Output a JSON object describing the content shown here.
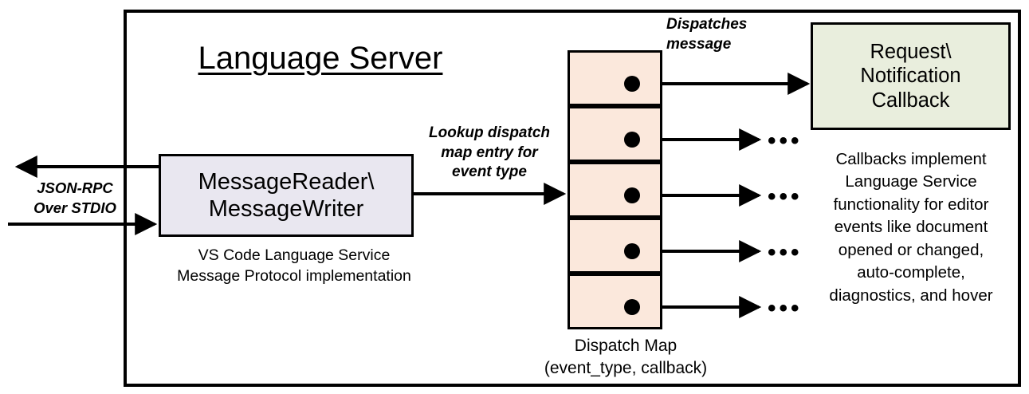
{
  "diagram": {
    "title": "Language Server",
    "outer_container_name": "Language Server boundary"
  },
  "external_io": {
    "label": "JSON-RPC\nOver STDIO",
    "outbound_arrow": "arrow-left-out",
    "inbound_arrow": "arrow-right-in"
  },
  "message_node": {
    "title": "MessageReader\\\nMessageWriter",
    "caption": "VS Code Language Service\nMessage Protocol implementation",
    "fill": "#e9e7f0"
  },
  "lookup_edge": {
    "label": "Lookup dispatch\nmap entry for\nevent type"
  },
  "dispatch_map": {
    "caption": "Dispatch Map\n(event_type, callback)",
    "fill": "#fbe8dc",
    "rows": [
      {
        "index": 1,
        "target": "callback-box"
      },
      {
        "index": 2,
        "target": "ellipsis"
      },
      {
        "index": 3,
        "target": "ellipsis"
      },
      {
        "index": 4,
        "target": "ellipsis"
      },
      {
        "index": 5,
        "target": "ellipsis"
      }
    ],
    "ellipsis_glyph": "•••"
  },
  "dispatch_edge": {
    "label": "Dispatches\nmessage"
  },
  "callback_node": {
    "title": "Request\\\nNotification\nCallback",
    "caption": "Callbacks implement\nLanguage Service\nfunctionality for editor\nevents like document\nopened or changed,\nauto-complete,\ndiagnostics, and hover",
    "fill": "#e9eedd"
  },
  "colors": {
    "stroke": "#000000",
    "background": "#ffffff",
    "message_fill": "#e9e7f0",
    "map_fill": "#fbe8dc",
    "callback_fill": "#e9eedd"
  }
}
